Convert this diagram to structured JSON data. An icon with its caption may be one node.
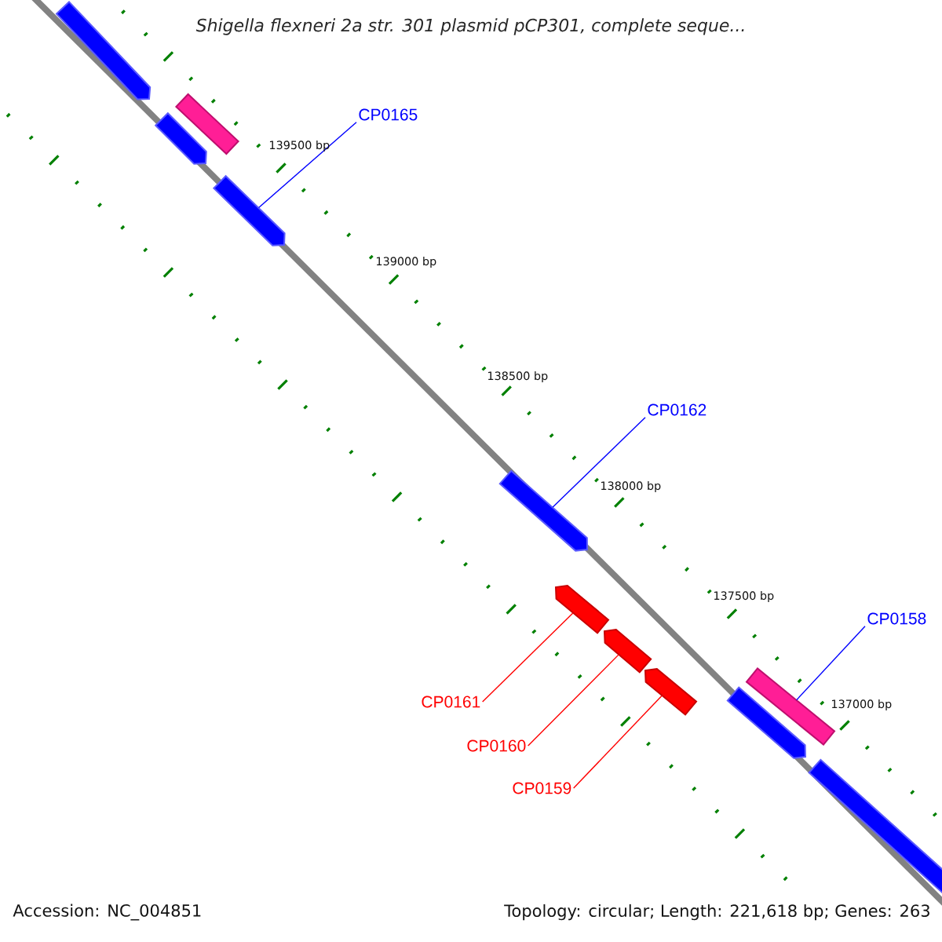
{
  "diagram": {
    "title": "Shigella flexneri 2a str. 301 plasmid pCP301, complete seque...",
    "nodes": [
      {
        "text": [],
        "shape": "arrow"
      },
      {
        "text": [],
        "shape": "bar"
      },
      {
        "text": [],
        "shape": "arrow"
      },
      {
        "text": [],
        "shape": "arrow"
      },
      {
        "text": [],
        "shape": "arrow"
      },
      {
        "text": [],
        "shape": "arrow"
      },
      {
        "text": [],
        "shape": "arrow"
      },
      {
        "text": [],
        "shape": "arrow"
      },
      {
        "text": [],
        "shape": "bar"
      },
      {
        "text": [],
        "shape": "arrow"
      },
      {
        "text": [],
        "shape": "arrow"
      },
      {
        "text": [
          "CP0165"
        ]
      },
      {
        "text": [
          "CP0162"
        ]
      },
      {
        "text": [
          "CP0158"
        ]
      },
      {
        "text": [
          "CP0161"
        ]
      },
      {
        "text": [
          "CP0160"
        ]
      },
      {
        "text": [
          "CP0159"
        ]
      }
    ],
    "edges": [
      {
        "from": 11,
        "to": 3,
        "arrow": "none",
        "color": "#0000ff"
      },
      {
        "from": 12,
        "to": 4,
        "arrow": "none",
        "color": "#0000ff"
      },
      {
        "from": 13,
        "to": 8,
        "arrow": "none",
        "color": "#0000ff"
      },
      {
        "from": 14,
        "to": 5,
        "arrow": "none",
        "color": "#ff0000"
      },
      {
        "from": 15,
        "to": 6,
        "arrow": "none",
        "color": "#ff0000"
      },
      {
        "from": 16,
        "to": 7,
        "arrow": "none",
        "color": "#ff0000"
      }
    ],
    "labels": [
      "139500 bp",
      "139000 bp",
      "138500 bp",
      "138000 bp",
      "137500 bp",
      "137000 bp",
      "Accession: NC_004851",
      "Topology: circular; Length: 221,618 bp; Genes: 263"
    ]
  }
}
